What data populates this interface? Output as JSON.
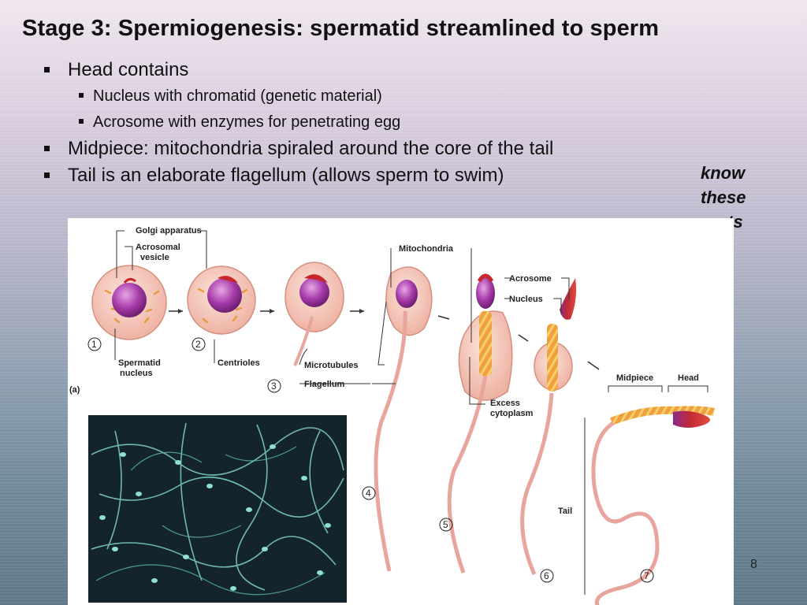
{
  "title": "Stage 3: Spermiogenesis: spermatid streamlined to sperm",
  "bullets": [
    {
      "text": "Head contains",
      "sub": [
        "Nucleus with chromatid (genetic material)",
        "Acrosome with enzymes for penetrating egg"
      ]
    },
    {
      "text": "Midpiece: mitochondria spiraled around the core of the tail"
    },
    {
      "text": "Tail is an elaborate flagellum (allows sperm to swim)"
    }
  ],
  "note": [
    "know",
    "these",
    "parts"
  ],
  "figure": {
    "panel": "(a)",
    "labels": {
      "golgi": "Golgi apparatus",
      "acrosomal1": "Acrosomal",
      "acrosomal2": "vesicle",
      "spermatid1": "Spermatid",
      "spermatid2": "nucleus",
      "centrioles": "Centrioles",
      "microtubules": "Microtubules",
      "flagellum": "Flagellum",
      "mitochondria": "Mitochondria",
      "acrosome": "Acrosome",
      "nucleus": "Nucleus",
      "excess1": "Excess",
      "excess2": "cytoplasm",
      "midpiece": "Midpiece",
      "head": "Head",
      "tail": "Tail"
    },
    "steps": [
      "1",
      "2",
      "3",
      "4",
      "5",
      "6",
      "7"
    ]
  },
  "page_number": "8",
  "colors": {
    "cell": "#f3c6b8",
    "nucleus": "#9a2f9b",
    "acrosome": "#c8262a",
    "midpiece": "#f0a040",
    "tail": "#e8a59d",
    "micrograph": "#13252a"
  }
}
